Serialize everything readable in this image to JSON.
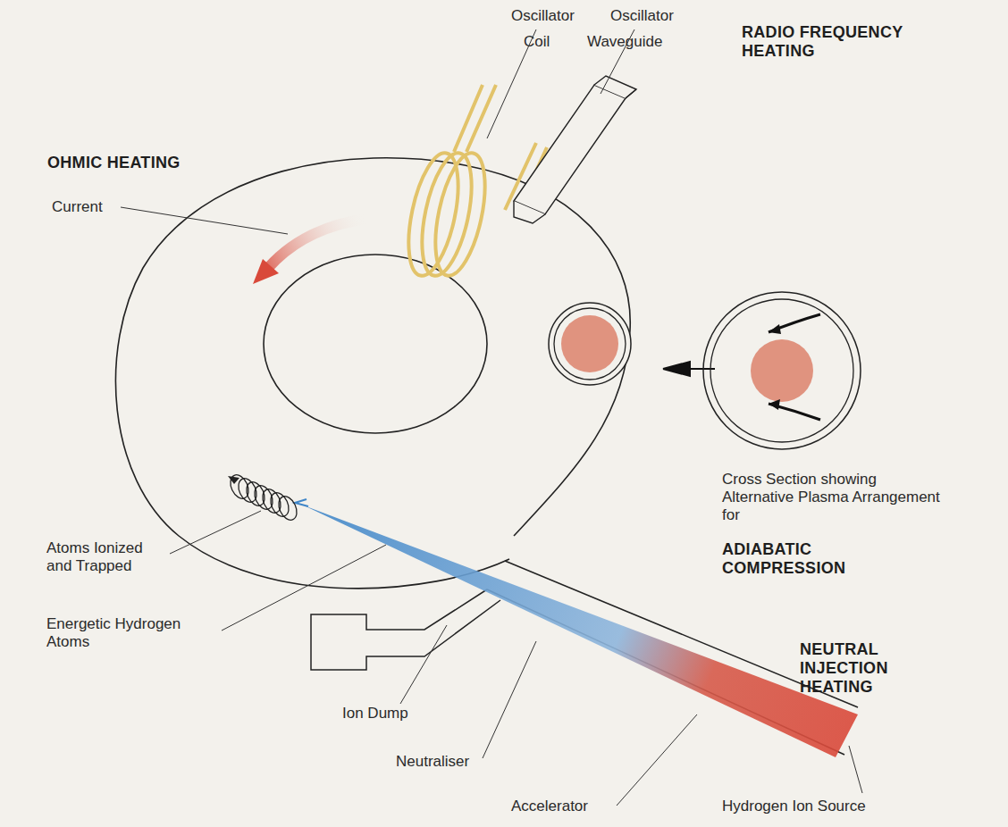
{
  "diagram": {
    "labels": [
      "Oscillator",
      "Oscillator",
      "Coil",
      "Waveguide",
      "RADIO FREQUENCY HEATING",
      "OHMIC HEATING",
      "Current",
      "Cross Section showing Alternative Plasma Arrangement for",
      "ADIABATIC COMPRESSION",
      "Atoms Ionized and Trapped",
      "Energetic Hydrogen Atoms",
      "Ion Dump",
      "Neutraliser",
      "Accelerator",
      "Hydrogen Ion Source",
      "NEUTRAL INJECTION HEATING"
    ]
  }
}
